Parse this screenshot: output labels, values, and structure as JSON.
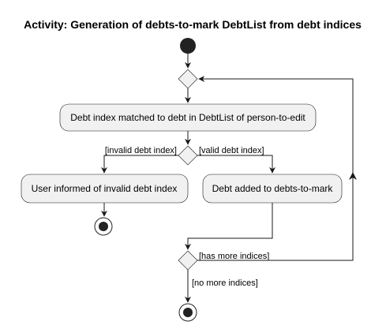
{
  "title": "Activity: Generation of debts-to-mark DebtList from debt indices",
  "actions": {
    "match": "Debt index matched to debt in DebtList of person-to-edit",
    "invalid": "User informed of invalid debt index",
    "added": "Debt added to debts-to-mark"
  },
  "guards": {
    "invalid_index": "[invalid debt index]",
    "valid_index": "[valid debt index]",
    "has_more": "[has more indices]",
    "no_more": "[no more indices]"
  }
}
